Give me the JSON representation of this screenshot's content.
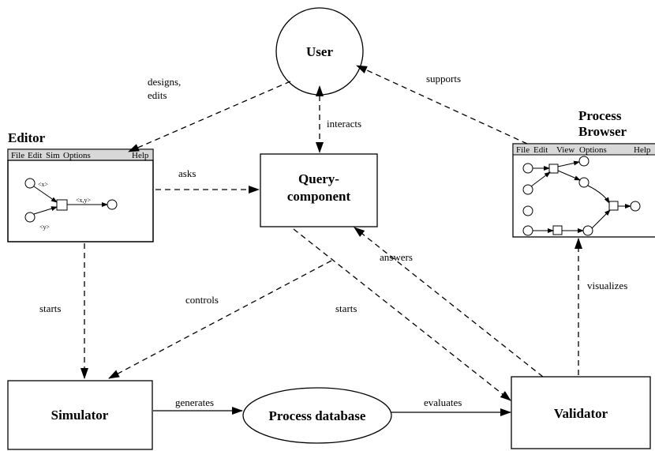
{
  "nodes": {
    "user": "User",
    "query_line1": "Query-",
    "query_line2": "component",
    "simulator": "Simulator",
    "database": "Process database",
    "validator": "Validator"
  },
  "editor": {
    "title": "Editor",
    "menu": [
      "File",
      "Edit",
      "Sim",
      "Options",
      "Help"
    ],
    "labels": [
      "<x>",
      "<x,y>",
      "<y>"
    ]
  },
  "browser": {
    "title_line1": "Process",
    "title_line2": "Browser",
    "menu": [
      "File",
      "Edit",
      "View",
      "Options",
      "Help"
    ]
  },
  "edges": {
    "designs": "designs,",
    "edits": "edits",
    "supports": "supports",
    "interacts": "interacts",
    "asks": "asks",
    "answers": "answers",
    "controls": "controls",
    "starts_editor": "starts",
    "starts_query": "starts",
    "visualizes": "visualizes",
    "generates": "generates",
    "evaluates": "evaluates"
  }
}
